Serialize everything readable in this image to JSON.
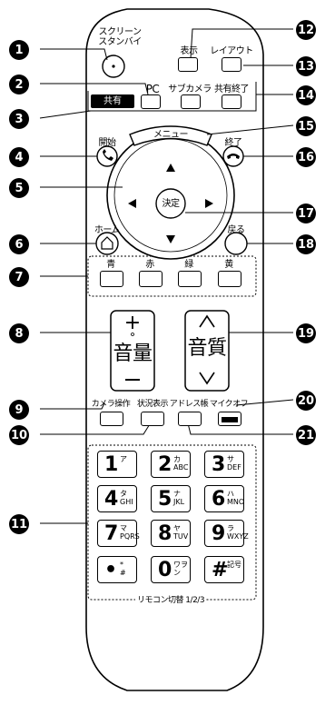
{
  "labels": {
    "screen_standby_line1": "スクリーン",
    "screen_standby_line2": "スタンバイ",
    "pc": "PC",
    "share": "共有",
    "display": "表示",
    "layout": "レイアウト",
    "sub_camera": "サブカメラ",
    "end_share": "共有終了",
    "menu": "メニュー",
    "start": "開始",
    "end": "終了",
    "enter": "決定",
    "home": "ホーム",
    "back": "戻る",
    "blue": "青",
    "red": "赤",
    "green": "緑",
    "yellow": "黄",
    "volume": "音量",
    "quality": "音質",
    "camera_op": "カメラ操作",
    "status_display": "状況表示",
    "address_book": "アドレス帳",
    "mic_off": "マイクオフ",
    "remote_switch": "リモコン切替 1/2/3"
  },
  "numkeys": [
    {
      "d": "1",
      "k": "ア"
    },
    {
      "d": "2",
      "k": "カ\nABC"
    },
    {
      "d": "3",
      "k": "サ\nDEF"
    },
    {
      "d": "4",
      "k": "タ\nGHI"
    },
    {
      "d": "5",
      "k": "ナ\nJKL"
    },
    {
      "d": "6",
      "k": "ハ\nMNO"
    },
    {
      "d": "7",
      "k": "マ\nPQRS"
    },
    {
      "d": "8",
      "k": "ヤ\nTUV"
    },
    {
      "d": "9",
      "k": "ラ\nWXYZ"
    },
    {
      "d": "•",
      "k": "*\n#"
    },
    {
      "d": "0",
      "k": "ワヲ\nン"
    },
    {
      "d": "#",
      "k": "記号"
    }
  ],
  "callouts": [
    "1",
    "2",
    "3",
    "4",
    "5",
    "6",
    "7",
    "8",
    "9",
    "10",
    "11",
    "12",
    "13",
    "14",
    "15",
    "16",
    "17",
    "18",
    "19",
    "20",
    "21"
  ]
}
